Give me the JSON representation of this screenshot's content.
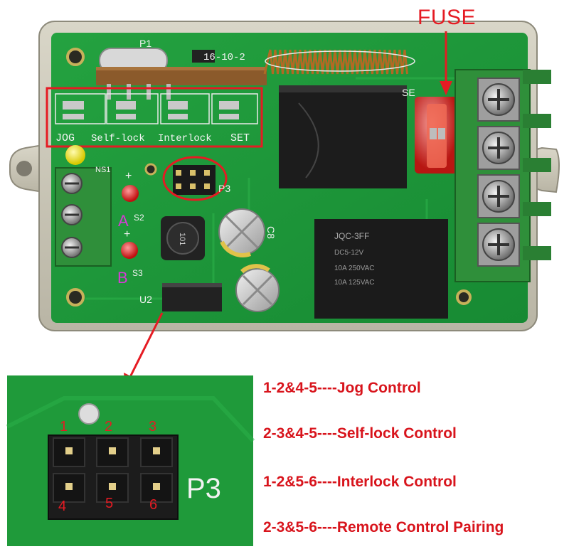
{
  "colors": {
    "pcb": "#1f9a3a",
    "pcb_dark": "#137a2b",
    "case": "#c9c6b8",
    "annotation": "#e51b23",
    "terminal_green": "#2f8f3a",
    "fuse_red": "#e23a2c",
    "led_red": "#e02020",
    "led_yellow": "#f2e51a",
    "marker_magenta": "#d63bd6"
  },
  "labels": {
    "fuse": "FUSE",
    "board_p1": "P1",
    "board_date": "16-10-2",
    "mode_jog": "JOG",
    "mode_selflock": "Self-lock",
    "mode_interlock": "Interlock",
    "mode_set": "SET",
    "board_p3": "P3",
    "board_ns1": "NS1",
    "board_s2": "S2",
    "board_s3": "S3",
    "led_a": "A",
    "led_b": "B",
    "plus": "+",
    "inductor": "101",
    "u2": "U2",
    "c8": "C8",
    "relay_top_text": "SE",
    "relay_bottom_line1": "JQC-3FF",
    "relay_bottom_line2": "DC5-12V",
    "relay_bottom_line3": "10A 250VAC",
    "relay_bottom_line4": "10A 125VAC",
    "zoom_p3": "P3",
    "pin_1": "1",
    "pin_2": "2",
    "pin_3": "3",
    "pin_4": "4",
    "pin_5": "5",
    "pin_6": "6"
  },
  "legend": [
    "1-2&4-5----Jog Control",
    "2-3&4-5----Self-lock Control",
    "1-2&5-6----Interlock Control",
    "2-3&5-6----Remote Control Pairing"
  ]
}
